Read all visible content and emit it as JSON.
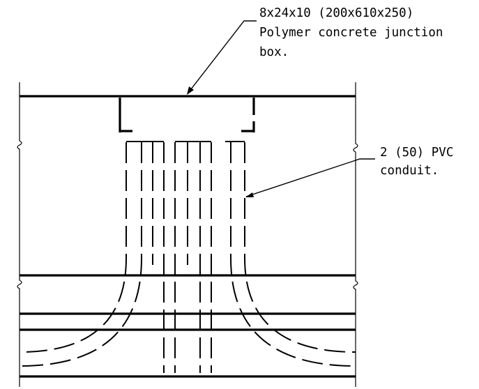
{
  "drawing": {
    "callout_box": {
      "lines": [
        "8x24x10 (200x610x250)",
        "Polymer concrete junction",
        "box."
      ]
    },
    "callout_conduit": {
      "lines": [
        "2 (50) PVC",
        "conduit."
      ]
    }
  }
}
